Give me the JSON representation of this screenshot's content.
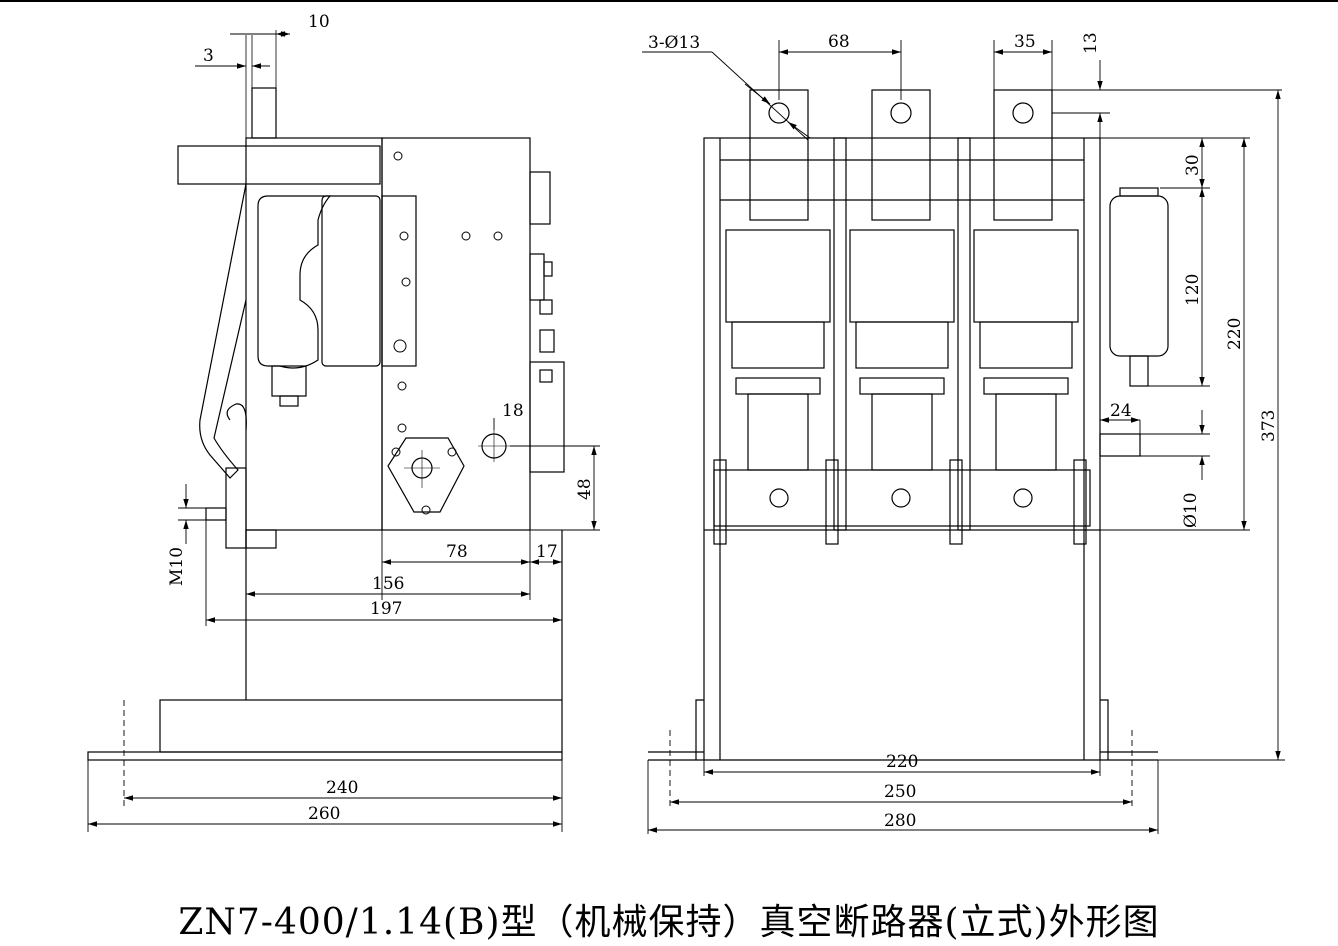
{
  "title": "ZN7-400/1.14(B)型（机械保持）真空断路器(立式)外形图",
  "side_view": {
    "dims": {
      "d10": "10",
      "d3": "3",
      "d18": "18",
      "d48": "48",
      "d78": "78",
      "d17": "17",
      "d156": "156",
      "d197": "197",
      "m10": "M10",
      "d240": "240",
      "d260": "260"
    }
  },
  "front_view": {
    "dims": {
      "hole": "3-Ø13",
      "d68": "68",
      "d35": "35",
      "d13": "13",
      "d30": "30",
      "d120": "120",
      "d220v": "220",
      "d373": "373",
      "d24": "24",
      "d10": "Ø10",
      "d220": "220",
      "d250": "250",
      "d280": "280"
    }
  }
}
